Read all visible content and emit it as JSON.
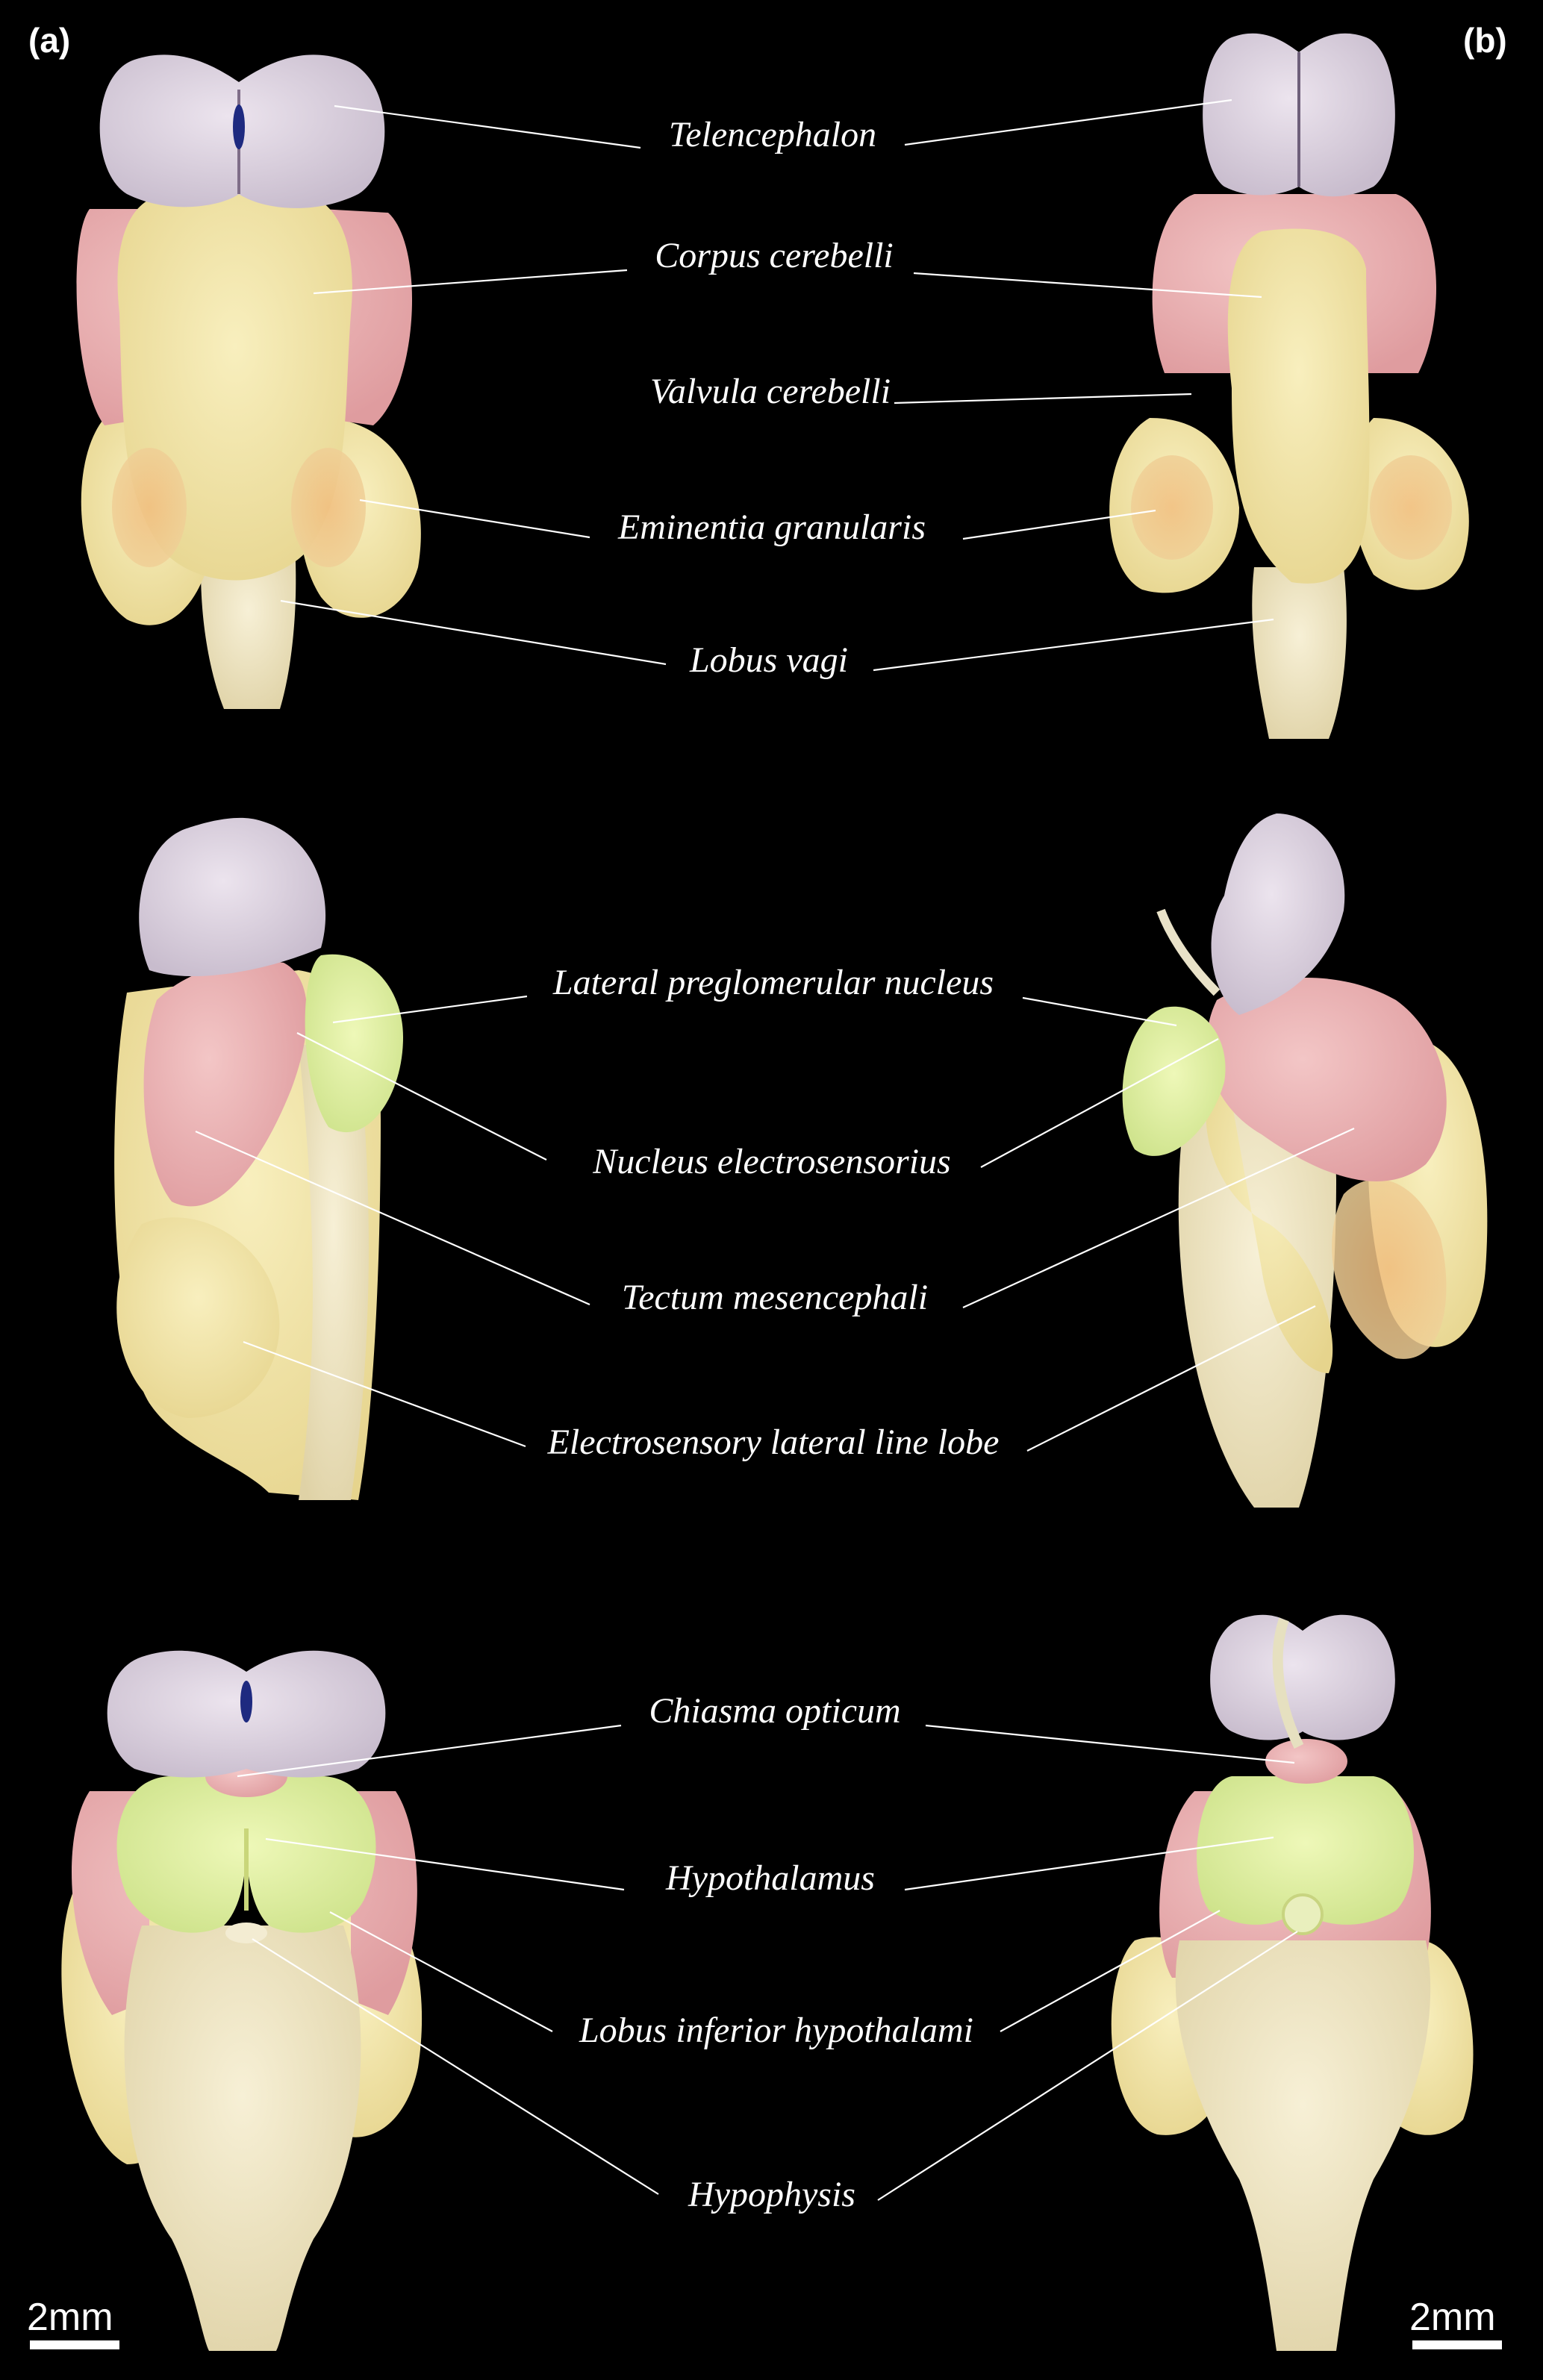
{
  "panel_labels": {
    "a": "(a)",
    "b": "(b)"
  },
  "annotations": {
    "telencephalon": "Telencephalon",
    "corpus_cerebelli": "Corpus cerebelli",
    "valvula_cerebelli": "Valvula cerebelli",
    "eminentia_granularis": "Eminentia granularis",
    "lobus_vagi": "Lobus vagi",
    "lateral_preglomerular_nucleus": "Lateral preglomerular nucleus",
    "nucleus_electrosensorius": "Nucleus electrosensorius",
    "tectum_mesencephali": "Tectum mesencephali",
    "electrosensory_lateral_line_lobe": "Electrosensory lateral line lobe",
    "chiasma_opticum": "Chiasma opticum",
    "hypothalamus": "Hypothalamus",
    "lobus_inferior_hypothalami": "Lobus inferior hypothalami",
    "hypophysis": "Hypophysis"
  },
  "scale_bars": {
    "left": "2mm",
    "right": "2mm"
  },
  "colors": {
    "background": "#000000",
    "telencephalon": "#d9cfdc",
    "cerebellum_pink": "#ecb2b3",
    "brainstem_yellow": "#f0e3a6",
    "eminentia_orange": "#efc58b",
    "hypothalamus_green": "#dff0a0",
    "ventral_cream": "#efe6c7",
    "leader_lines": "#ffffff"
  }
}
